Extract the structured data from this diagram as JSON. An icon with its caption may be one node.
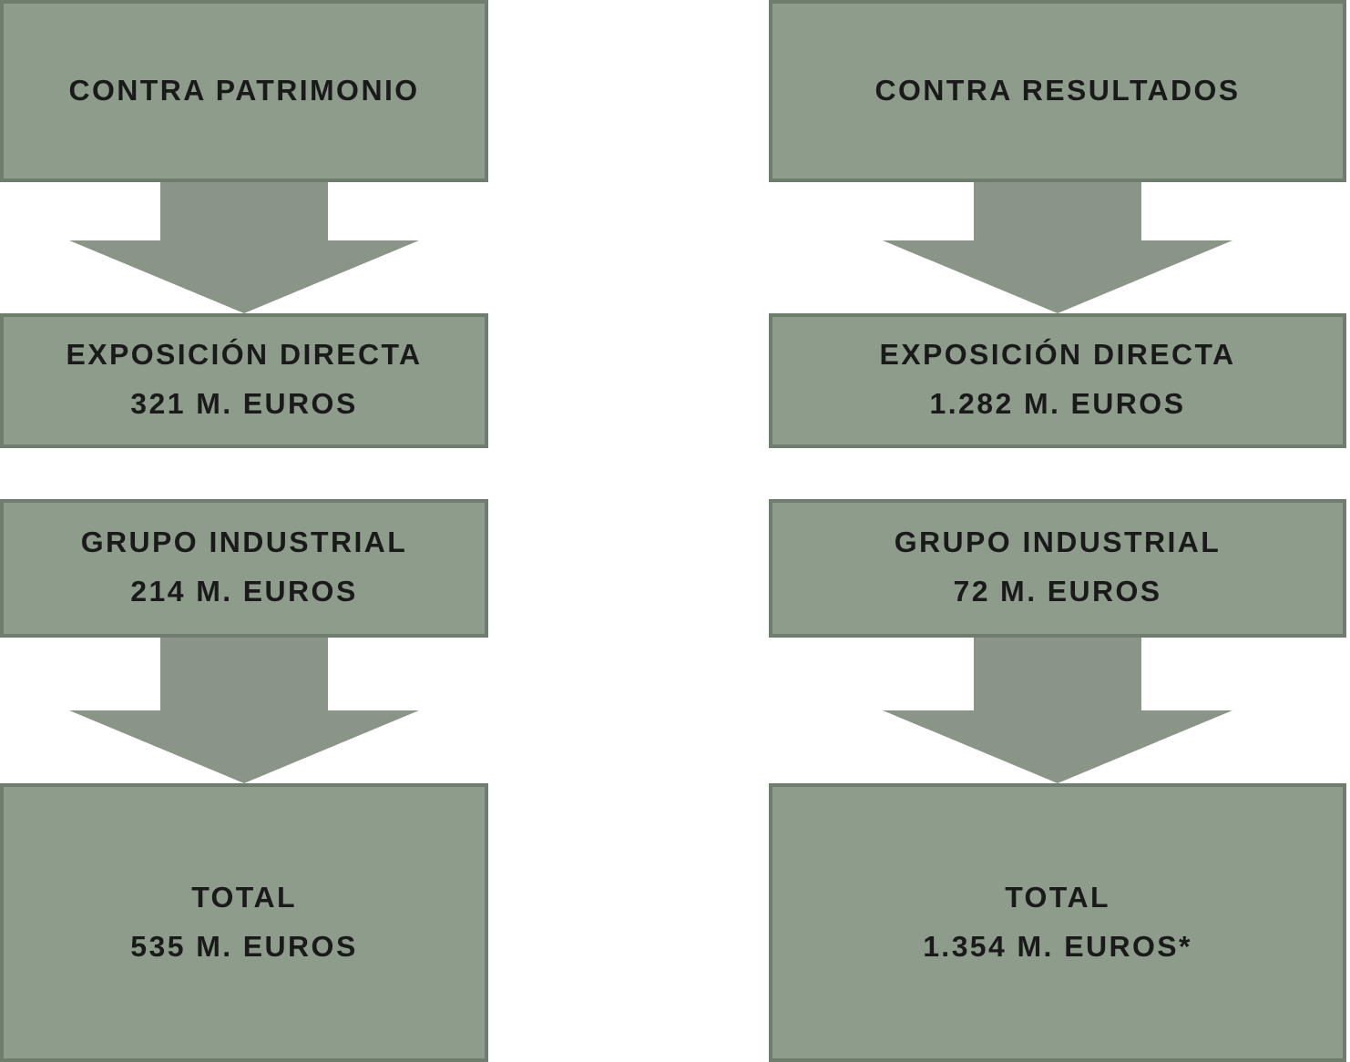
{
  "diagram": {
    "nodes": [
      {
        "text": [
          "CONTRA PATRIMONIO"
        ]
      },
      {
        "text": [
          "EXPOSICIÓN DIRECTA",
          "321 M. EUROS"
        ]
      },
      {
        "text": [
          "GRUPO INDUSTRIAL",
          "214 M. EUROS"
        ]
      },
      {
        "text": [
          "TOTAL",
          "535 M. EUROS"
        ]
      },
      {
        "text": [
          "CONTRA RESULTADOS"
        ]
      },
      {
        "text": [
          "EXPOSICIÓN DIRECTA",
          "1.282 M. EUROS"
        ]
      },
      {
        "text": [
          "GRUPO INDUSTRIAL",
          "72 M. EUROS"
        ]
      },
      {
        "text": [
          "TOTAL",
          "1.354 M. EUROS*"
        ]
      }
    ],
    "edges": [
      {
        "from": 0,
        "to": 1,
        "arrow": "to"
      },
      {
        "from": 2,
        "to": 3,
        "arrow": "to"
      },
      {
        "from": 4,
        "to": 5,
        "arrow": "to"
      },
      {
        "from": 6,
        "to": 7,
        "arrow": "to"
      }
    ]
  }
}
